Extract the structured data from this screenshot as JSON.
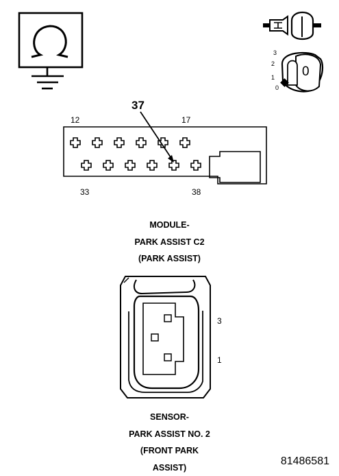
{
  "ohmmeter_symbol": {
    "icon": "ohmmeter-ground-icon"
  },
  "disconnect_symbol": {
    "icon": "connector-disconnect-icon"
  },
  "ignition_switch": {
    "icon": "ignition-key-icon",
    "positions": [
      "3",
      "2",
      "1",
      "0"
    ],
    "key_label": "0"
  },
  "module_connector": {
    "pin_labels": {
      "top_left": "12",
      "top_right": "17",
      "bottom_left": "33",
      "bottom_right": "38"
    },
    "callout": "37",
    "caption": [
      "MODULE-",
      "PARK ASSIST C2",
      "(PARK ASSIST)"
    ]
  },
  "sensor_connector": {
    "pin_labels": {
      "top": "3",
      "bottom": "1"
    },
    "caption": [
      "SENSOR-",
      "PARK ASSIST NO. 2",
      "(FRONT PARK",
      "ASSIST)"
    ]
  },
  "figure_id": "81486581"
}
